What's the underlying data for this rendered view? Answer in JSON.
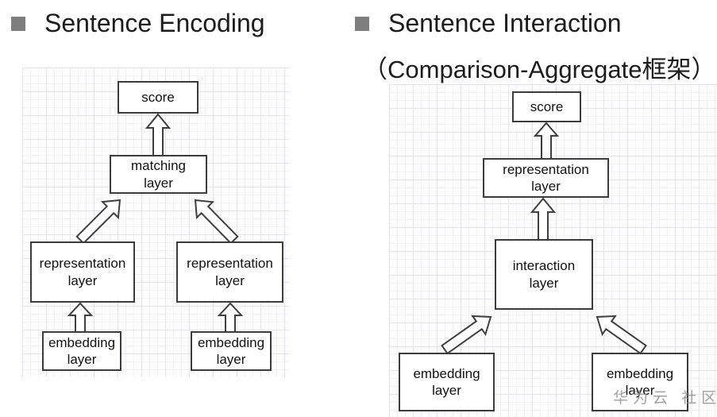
{
  "titles": {
    "left": "Sentence Encoding",
    "right": "Sentence Interaction",
    "right_subtitle": "（Comparison-Aggregate框架）"
  },
  "left_diagram": {
    "nodes": {
      "score": "score",
      "matching": "matching layer",
      "representation_left": "representation layer",
      "representation_right": "representation layer",
      "embedding_left": "embedding layer",
      "embedding_right": "embedding layer"
    },
    "edges": [
      {
        "from": "matching layer",
        "to": "score"
      },
      {
        "from": "representation layer (left)",
        "to": "matching layer"
      },
      {
        "from": "representation layer (right)",
        "to": "matching layer"
      },
      {
        "from": "embedding layer (left)",
        "to": "representation layer (left)"
      },
      {
        "from": "embedding layer (right)",
        "to": "representation layer (right)"
      }
    ]
  },
  "right_diagram": {
    "nodes": {
      "score": "score",
      "representation": "representation layer",
      "interaction": "interaction layer",
      "embedding_left": "embedding layer",
      "embedding_right": "embedding layer"
    },
    "edges": [
      {
        "from": "representation layer",
        "to": "score"
      },
      {
        "from": "interaction layer",
        "to": "representation layer"
      },
      {
        "from": "embedding layer (left)",
        "to": "interaction layer"
      },
      {
        "from": "embedding layer (right)",
        "to": "interaction layer"
      }
    ]
  },
  "watermark": "华为云 社区",
  "colors": {
    "title_bullet": "#7f7f7f",
    "box_border": "#3c3c3c",
    "grid_major": "#e4e4f0",
    "grid_minor": "#f2f2f9",
    "text": "#1c1c1c",
    "watermark": "#919191"
  }
}
